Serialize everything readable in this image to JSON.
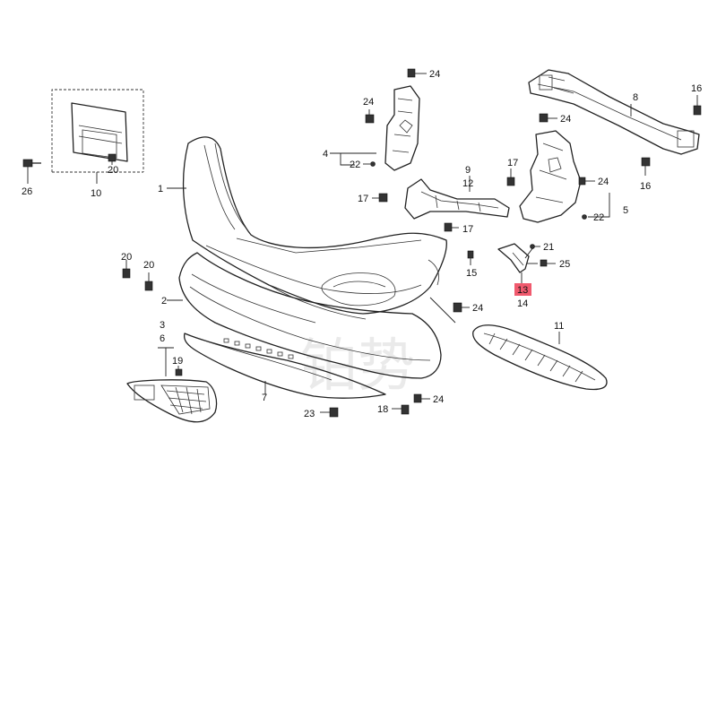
{
  "labels": {
    "p1": "1",
    "p2": "2",
    "p3": "3",
    "p4": "4",
    "p5": "5",
    "p6": "6",
    "p7": "7",
    "p8": "8",
    "p9": "9",
    "p10": "10",
    "p11": "11",
    "p12": "12",
    "p13": "13",
    "p14": "14",
    "p15": "15",
    "p16a": "16",
    "p16b": "16",
    "p17a": "17",
    "p17b": "17",
    "p17c": "17",
    "p18": "18",
    "p19": "19",
    "p20a": "20",
    "p20b": "20",
    "p20c": "20",
    "p21": "21",
    "p22a": "22",
    "p22b": "22",
    "p23": "23",
    "p24a": "24",
    "p24b": "24",
    "p24c": "24",
    "p24d": "24",
    "p24e": "24",
    "p24f": "24",
    "p25": "25",
    "p26": "26"
  },
  "highlight": {
    "part": "13",
    "color": "#f05a6e"
  },
  "watermark": "铂势",
  "colors": {
    "line": "#222222",
    "background": "#ffffff"
  }
}
